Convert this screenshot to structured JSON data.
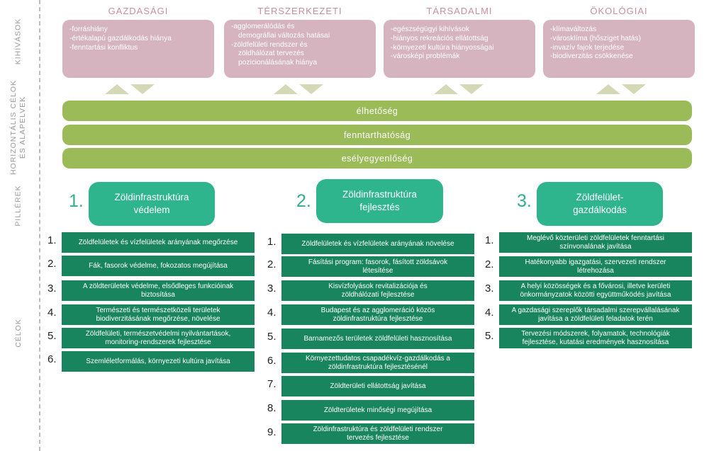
{
  "side_labels": {
    "kihivasok": "KIHÍVÁSOK",
    "horizontalis": "HORIZONTÁLIS CÉLOK",
    "alapelvek": "ÉS ALAPELVEK",
    "pillerek": "PILLÉREK",
    "celok": "CÉLOK"
  },
  "challenges": [
    {
      "title": "GAZDASÁGI",
      "items": [
        "-forráshiány",
        "-értékalapú gazdálkodás hiánya",
        "-fenntartási konfliktus"
      ]
    },
    {
      "title": "TÉRSZERKEZETI",
      "items": [
        "-agglomerálódás és",
        "demográfiai változás hatásai",
        "-zöldfelületi rendszer és",
        "zöldhálózat tervezés",
        "pozicionálásának hiánya"
      ]
    },
    {
      "title": "TÁRSADALMI",
      "items": [
        "-egészségügyi kihívások",
        "-hiányos rekreációs ellátottság",
        "-környezeti kultúra hiányosságai",
        "-városképi problémák"
      ]
    },
    {
      "title": "ÖKOLÓGIAI",
      "items": [
        "-klímaváltozás",
        "-városklíma (hősziget hatás)",
        "-invazív fajok terjedése",
        "-biodiverzitás csökkenése"
      ]
    }
  ],
  "horizontal_goals": [
    "élhetőség",
    "fenntarthatóság",
    "esélyegyenlőség"
  ],
  "pillars": [
    {
      "number": "1.",
      "title": [
        "Zöldinfrastruktúra",
        "védelem"
      ],
      "goals": [
        {
          "number": "1.",
          "lines": [
            "Zöldfelületek és vízfelületek arányának megőrzése"
          ]
        },
        {
          "number": "2.",
          "lines": [
            "Fák, fasorok védelme, fokozatos megújítása"
          ]
        },
        {
          "number": "3.",
          "lines": [
            "A zöldterületek védelme, elsődleges funkcióinak",
            "biztosítása"
          ]
        },
        {
          "number": "4.",
          "lines": [
            "Természeti és természetközeli területek",
            "biodiverzitásának megőrzése, növelése"
          ]
        },
        {
          "number": "5.",
          "lines": [
            "Zöldfelületi, természetvédelmi nyilvántartások,",
            "monitoring-rendszerek fejlesztése"
          ]
        },
        {
          "number": "6.",
          "lines": [
            "Szemléletformálás, környezeti kultúra javítása"
          ]
        }
      ]
    },
    {
      "number": "2.",
      "title": [
        "Zöldinfrastruktúra",
        "fejlesztés"
      ],
      "goals": [
        {
          "number": "1.",
          "lines": [
            "Zöldfelületek és vízfelületek arányának növelése"
          ]
        },
        {
          "number": "2.",
          "lines": [
            "Fásítási program: fasorok, fásított zöldsávok",
            "létesítése"
          ]
        },
        {
          "number": "3.",
          "lines": [
            "Kisvízfolyások revitalizációja és",
            "zöldhálózati fejlesztése"
          ]
        },
        {
          "number": "4.",
          "lines": [
            "Budapest és az agglomeráció közös",
            "zöldinfrastruktúra fejlesztése"
          ]
        },
        {
          "number": "5.",
          "lines": [
            "Barnamezős területek zöldfelületi hasznosítása"
          ]
        },
        {
          "number": "6.",
          "lines": [
            "Környezettudatos csapadékvíz-gazdálkodás a",
            "zöldinfrastruktúra fejlesztésénél"
          ]
        },
        {
          "number": "7.",
          "lines": [
            "Zöldterületi ellátottság javítása"
          ]
        },
        {
          "number": "8.",
          "lines": [
            "Zöldterületek minőségi megújítása"
          ]
        },
        {
          "number": "9.",
          "lines": [
            "Zöldinfrastruktúra és zöldfelületi rendszer",
            "tervezés fejlesztése"
          ]
        }
      ]
    },
    {
      "number": "3.",
      "title": [
        "Zöldfelület-",
        "gazdálkodás"
      ],
      "goals": [
        {
          "number": "1.",
          "lines": [
            "Meglévő közterületi zöldfelületek fenntartási",
            "színvonalának javítása"
          ]
        },
        {
          "number": "2.",
          "lines": [
            "Hatékonyabb igazgatási, szervezeti rendszer",
            "létrehozása"
          ]
        },
        {
          "number": "3.",
          "lines": [
            "A helyi közösségek és a fővárosi, illetve kerületi",
            "önkormányzatok közötti együttműködés javítása"
          ]
        },
        {
          "number": "4.",
          "lines": [
            "A gazdasági szereplők társadalmi szerepvállalásának",
            "javítása a zöldfelületi feladatok terén"
          ]
        },
        {
          "number": "5.",
          "lines": [
            "Tervezési módszerek, folyamatok, technológiák",
            "fejlesztése, kutatási eredmények hasznosítása"
          ]
        }
      ]
    }
  ],
  "colors": {
    "challenge_box": "#d6b4bf",
    "challenge_title": "#c98e9e",
    "arrow": "#d5d8b4",
    "horizontal_bar": "#9bbb59",
    "pillar_box": "#2fb58d",
    "goal_box": "#19855f"
  }
}
